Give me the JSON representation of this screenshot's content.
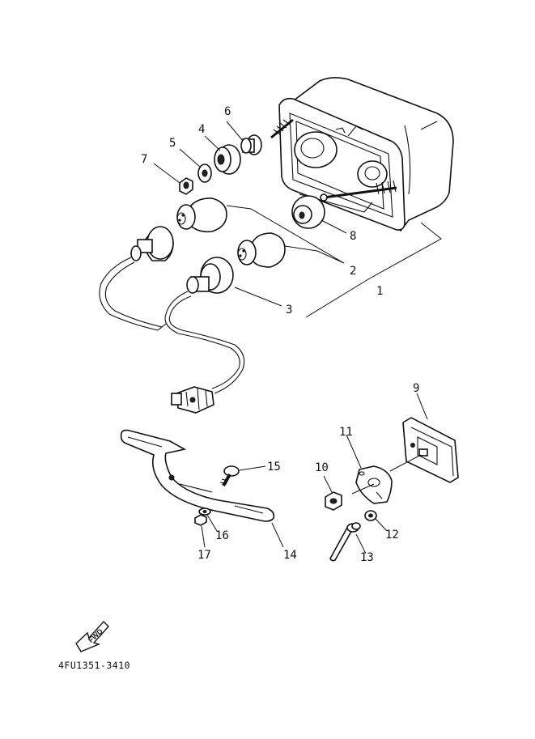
{
  "diagram": {
    "callouts": [
      "1",
      "2",
      "3",
      "4",
      "5",
      "6",
      "7",
      "8",
      "9",
      "10",
      "11",
      "12",
      "13",
      "14",
      "15",
      "16",
      "17"
    ],
    "forward_marker": "FWD",
    "drawing_code": "4FU1351-3410"
  }
}
